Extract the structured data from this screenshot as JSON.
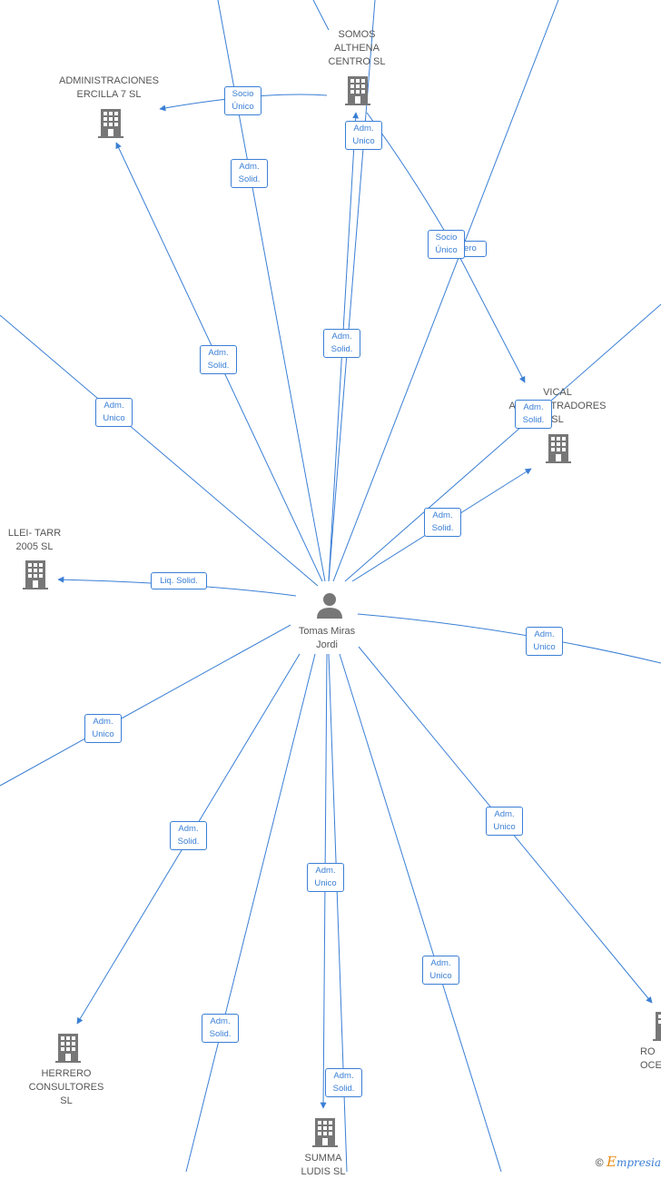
{
  "center": {
    "name": "Tomas Miras Jordi",
    "icon": "person-icon"
  },
  "companies": [
    {
      "id": "administraciones",
      "name": "ADMINISTRACIONES ERCILLA 7  SL"
    },
    {
      "id": "somos",
      "name": "SOMOS ALTHENA CENTRO  SL"
    },
    {
      "id": "vical",
      "name": "VICAL ADMINISTRADORES SL"
    },
    {
      "id": "llei",
      "name": "LLEI- TARR 2005 SL"
    },
    {
      "id": "herrero",
      "name": "HERRERO CONSULTORES SL"
    },
    {
      "id": "summa",
      "name": "SUMMA LUDIS  SL"
    },
    {
      "id": "ro",
      "name": "RO OCE"
    }
  ],
  "relations": [
    {
      "id": "r_socio_admin",
      "label": "Socio Único"
    },
    {
      "id": "r_adm_solid_top",
      "label": "Adm. Solid."
    },
    {
      "id": "r_adm_unico_somos",
      "label": "Adm. Unico"
    },
    {
      "id": "r_socio_vical",
      "label": "Socio Único"
    },
    {
      "id": "r_ero",
      "label": "ero"
    },
    {
      "id": "r_adm_solid_center",
      "label": "Adm. Solid."
    },
    {
      "id": "r_adm_solid_admin",
      "label": "Adm. Solid."
    },
    {
      "id": "r_adm_unico_left",
      "label": "Adm. Unico"
    },
    {
      "id": "r_adm_solid_vical_top",
      "label": "Adm. Solid."
    },
    {
      "id": "r_adm_solid_vical",
      "label": "Adm. Solid."
    },
    {
      "id": "r_liq_solid",
      "label": "Liq.  Solid."
    },
    {
      "id": "r_adm_unico_right",
      "label": "Adm. Unico"
    },
    {
      "id": "r_adm_unico_lower_left",
      "label": "Adm. Unico"
    },
    {
      "id": "r_adm_solid_herrero",
      "label": "Adm. Solid."
    },
    {
      "id": "r_adm_unico_ro",
      "label": "Adm. Unico"
    },
    {
      "id": "r_adm_unico_summa",
      "label": "Adm. Unico"
    },
    {
      "id": "r_adm_unico_bottom",
      "label": "Adm. Unico"
    },
    {
      "id": "r_adm_solid_bottom_left",
      "label": "Adm. Solid."
    },
    {
      "id": "r_adm_solid_summa",
      "label": "Adm. Solid."
    }
  ],
  "footer": {
    "copyright": "©",
    "brand_first": "E",
    "brand_rest": "mpresia"
  },
  "colors": {
    "edge": "#3a7fd5",
    "icon": "#777777",
    "label": "#555555"
  }
}
